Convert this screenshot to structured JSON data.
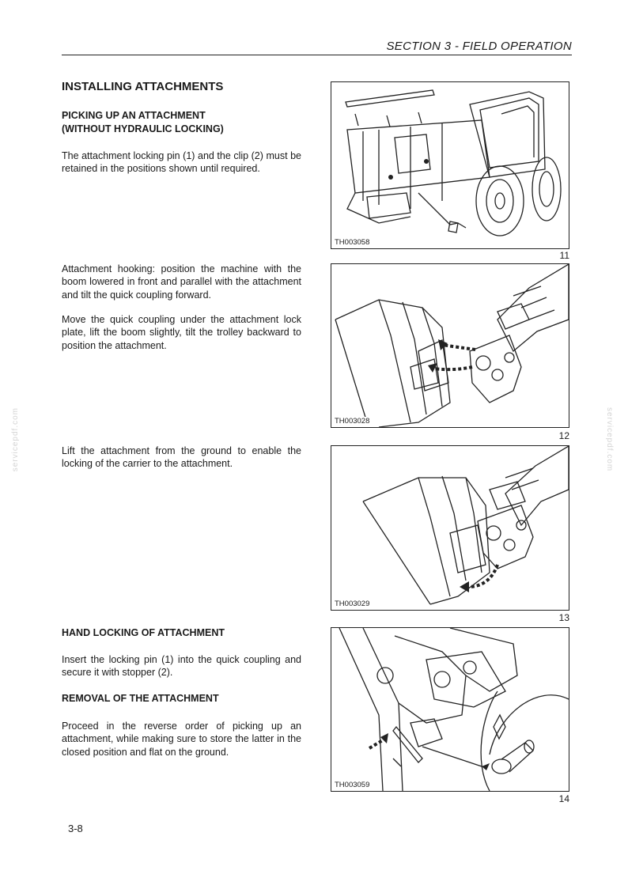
{
  "header": {
    "title": "SECTION 3 - FIELD OPERATION"
  },
  "sections": {
    "main_title": "INSTALLING ATTACHMENTS",
    "picking": {
      "title_line1": "PICKING UP AN ATTACHMENT",
      "title_line2": "(WITHOUT HYDRAULIC LOCKING)",
      "para1": "The attachment locking pin (1) and the clip (2) must be retained in the positions shown until required.",
      "para2": "Attachment hooking: position the machine with the boom lowered in front and parallel with the attachment and tilt the quick coupling forward.",
      "para3": "Move the quick coupling under the attachment lock plate, lift the boom slightly, tilt the trolley backward to position the attachment.",
      "para4": "Lift the attachment from the ground to enable the locking of the carrier to the attachment."
    },
    "hand_locking": {
      "title": "HAND LOCKING OF ATTACHMENT",
      "para": "Insert the locking pin (1) into the quick coupling and secure it with stopper (2)."
    },
    "removal": {
      "title": "REMOVAL OF THE ATTACHMENT",
      "para": "Proceed in the reverse order of picking up an attachment, while making sure to store the latter in the closed position and flat on the ground."
    }
  },
  "figures": [
    {
      "code": "TH003058",
      "number": "11"
    },
    {
      "code": "TH003028",
      "number": "12"
    },
    {
      "code": "TH003029",
      "number": "13"
    },
    {
      "code": "TH003059",
      "number": "14"
    }
  ],
  "watermark": "servicepdf.com",
  "page_number": "3-8"
}
